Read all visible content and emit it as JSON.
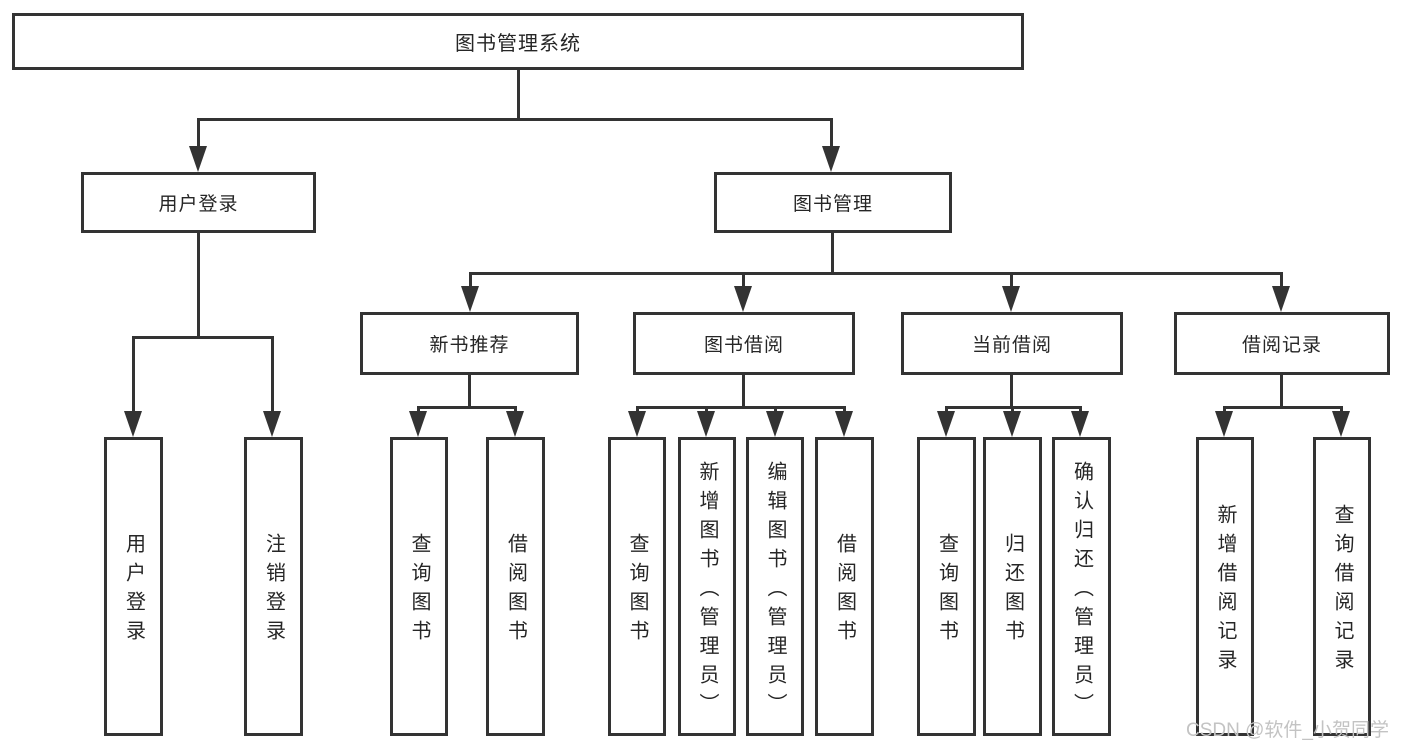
{
  "tree": {
    "label": "图书管理系统",
    "children": [
      {
        "label": "用户登录",
        "children": [
          {
            "label": "用户登录"
          },
          {
            "label": "注销登录"
          }
        ]
      },
      {
        "label": "图书管理",
        "children": [
          {
            "label": "新书推荐",
            "children": [
              {
                "label": "查询图书"
              },
              {
                "label": "借阅图书"
              }
            ]
          },
          {
            "label": "图书借阅",
            "children": [
              {
                "label": "查询图书"
              },
              {
                "label": "新增图书（管理员）"
              },
              {
                "label": "编辑图书（管理员）"
              },
              {
                "label": "借阅图书"
              }
            ]
          },
          {
            "label": "当前借阅",
            "children": [
              {
                "label": "查询图书"
              },
              {
                "label": "归还图书"
              },
              {
                "label": "确认归还（管理员）"
              }
            ]
          },
          {
            "label": "借阅记录",
            "children": [
              {
                "label": "新增借阅记录"
              },
              {
                "label": "查询借阅记录"
              }
            ]
          }
        ]
      }
    ]
  },
  "watermark": "CSDN @软件_小贺同学",
  "colors": {
    "line": "#333333",
    "text": "#262626",
    "background": "#ffffff",
    "watermark": "#c3c3c3"
  }
}
